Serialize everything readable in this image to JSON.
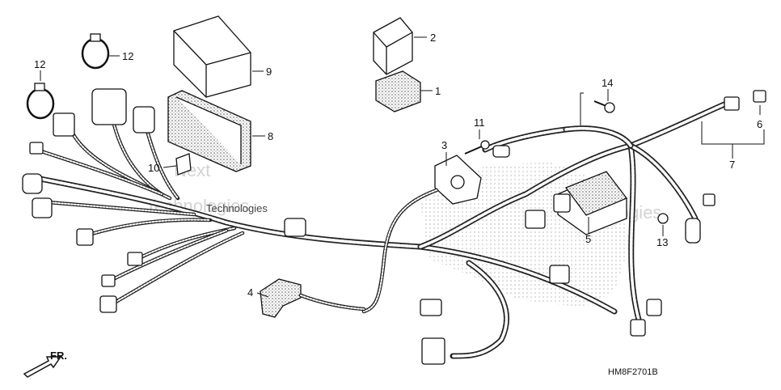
{
  "diagram_code": "HM8F2701B",
  "front_indicator": "FR.",
  "watermarks": {
    "line1": "Next",
    "line2": "Technologies",
    "line3": "Technologies",
    "center_small": "Technologies"
  },
  "callouts": [
    "1",
    "2",
    "3",
    "4",
    "5",
    "6",
    "7",
    "8",
    "9",
    "10",
    "11",
    "12",
    "12",
    "13",
    "14"
  ],
  "colors": {
    "ink": "#111111",
    "watermark": "#c9c9c9",
    "stipple": "#9a9a9a"
  }
}
